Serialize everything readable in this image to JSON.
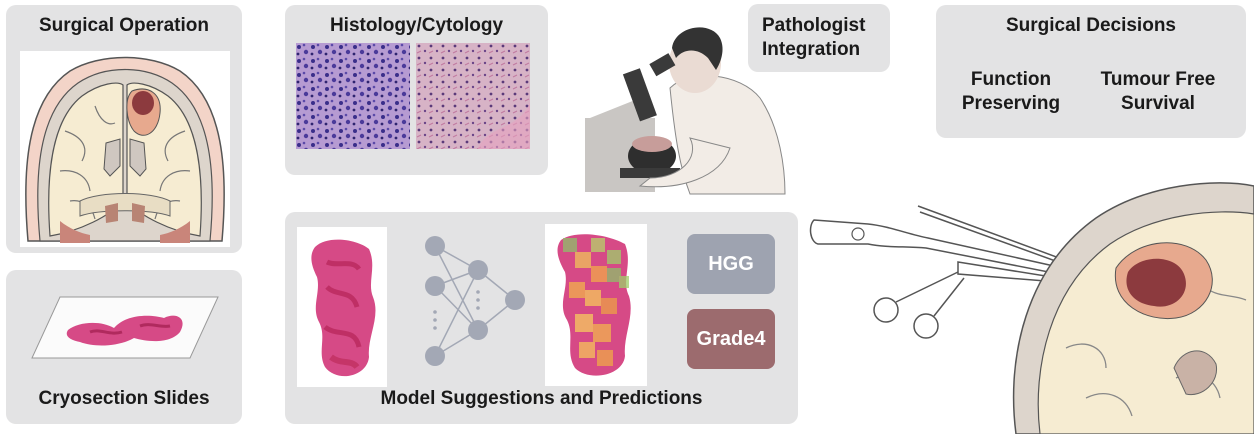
{
  "panels": {
    "surgical_operation": "Surgical Operation",
    "cryosection_slides": "Cryosection Slides",
    "histology_cytology": "Histology/Cytology",
    "pathologist_integration_line1": "Pathologist",
    "pathologist_integration_line2": "Integration",
    "surgical_decisions": "Surgical Decisions",
    "function_preserving_line1": "Function",
    "function_preserving_line2": "Preserving",
    "tumour_free_line1": "Tumour Free",
    "tumour_free_line2": "Survival",
    "model_suggestions": "Model Suggestions and Predictions"
  },
  "predictions": {
    "tumor_class": "HGG",
    "tumor_grade": "Grade4"
  },
  "colors": {
    "panel_bg": "#e3e3e4",
    "hgg_badge": "#9ea3b0",
    "grade_badge": "#9c6b6e",
    "tumor": "#8c3a3e",
    "tissue_pink": "#d64a86"
  }
}
